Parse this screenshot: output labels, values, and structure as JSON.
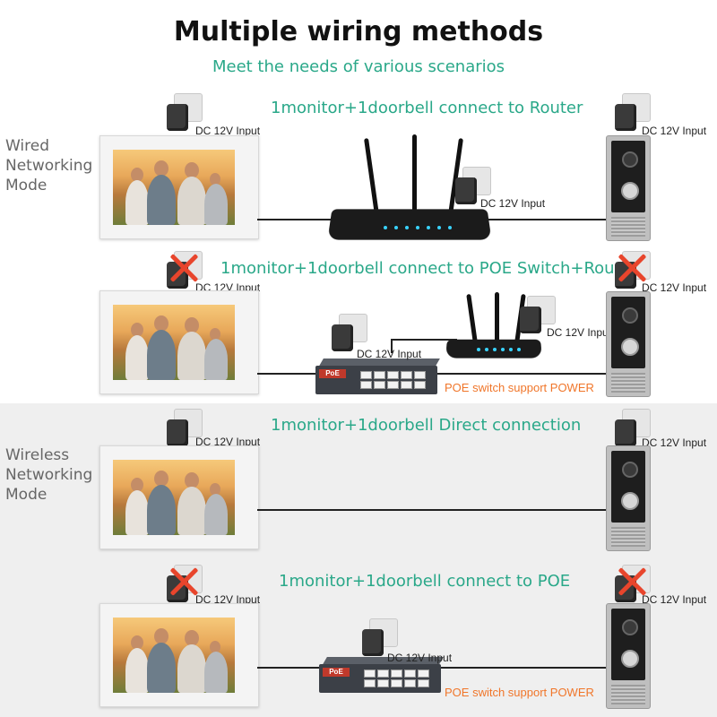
{
  "title": "Multiple wiring methods",
  "subtitle": "Meet the needs of various scenarios",
  "modes": {
    "wired": "Wired\nNetworking\nMode",
    "wireless": "Wireless\nNetworking\nMode"
  },
  "sections": [
    {
      "caption": "1monitor+1doorbell connect to Router"
    },
    {
      "caption": "1monitor+1doorbell connect to POE Switch+Router"
    },
    {
      "caption": "1monitor+1doorbell Direct connection"
    },
    {
      "caption": "1monitor+1doorbell connect to POE"
    }
  ],
  "labels": {
    "dc_input": "DC 12V Input",
    "poe_support": "POE switch support POWER",
    "switch_brand": "PoE"
  },
  "colors": {
    "title": "#111111",
    "caption": "#2aa889",
    "mode_text": "#666666",
    "poe_text": "#f0762a",
    "cross": "#e8452c",
    "band": "#efefef"
  }
}
